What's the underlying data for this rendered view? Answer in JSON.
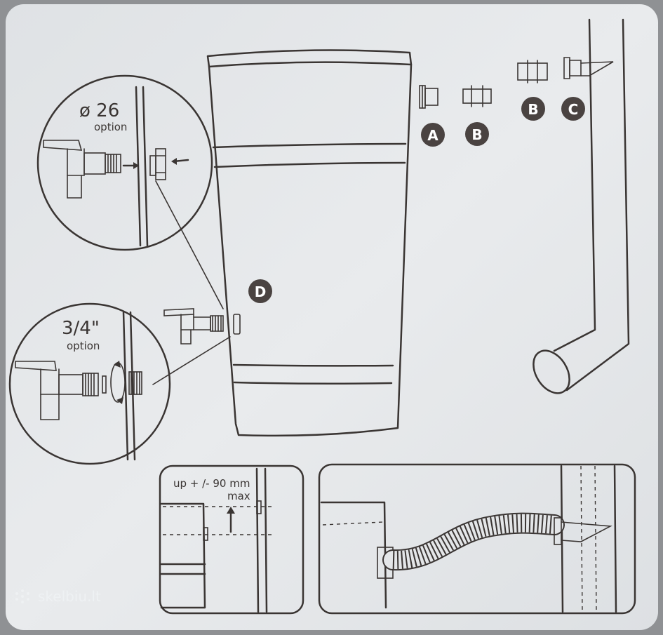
{
  "labels": {
    "top_inset_size": "ø 26",
    "top_inset_option": "option",
    "left_inset_size": "3/4\"",
    "left_inset_option": "option",
    "adjust_range": "up + /- 90 mm",
    "adjust_max": "max",
    "part_a": "A",
    "part_b1": "B",
    "part_b2": "B",
    "part_c": "C",
    "part_d": "D"
  },
  "watermark": "skelbiu.lt",
  "colors": {
    "paper": "#e6e8ea",
    "ink": "#3a3533",
    "badge": "#4a4341",
    "background": "#8f9194"
  },
  "icons": [
    "watermark-dots-icon"
  ]
}
